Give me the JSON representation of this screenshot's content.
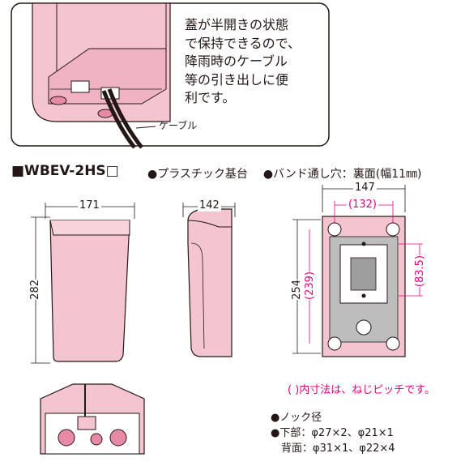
{
  "callout": {
    "text": "蓋が半開きの状態\nで保持できるので、\n降雨時のケーブル\n等の引き出しに便\n利です。",
    "cable_label": "ケーブル"
  },
  "header": {
    "model": "■WBEV-2HS□",
    "feature_base": "●プラスチック基台",
    "feature_band": "●バンド通し穴：裏面(幅11㎜)"
  },
  "dimensions": {
    "front_width": "171",
    "front_height": "282",
    "side_depth": "142",
    "back_width": "147",
    "back_width_pitch": "(132)",
    "back_height": "254",
    "back_height_pitch": "(239)",
    "back_inner_pitch": "(83.5)"
  },
  "notes": {
    "pitch_note": "( )内寸法は、ねじピッチです。",
    "knock_title": "●ノック径",
    "knock_bottom": "●下部：φ27×2、φ21×1",
    "knock_back": "　背面：φ31×1、φ22×4"
  },
  "colors": {
    "pink_fill": "#f4c4cf",
    "accent": "#e4007f",
    "gray_plate": "#bdbdbd"
  }
}
